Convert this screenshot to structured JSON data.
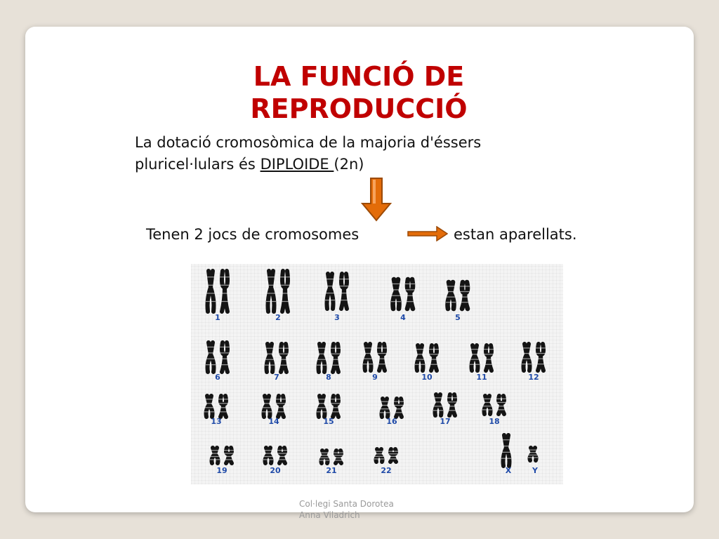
{
  "slide": {
    "title_line1": "LA FUNCIÓ DE",
    "title_line2": "REPRODUCCIÓ",
    "intro_before": "La dotació cromosòmica de la majoria d'éssers pluricel·lulars és ",
    "intro_diploid": "DIPLOIDE ",
    "intro_after": "(2n)",
    "pairs_text_left": "Tenen 2 jocs de cromosomes",
    "pairs_text_right": "estan aparellats.",
    "footer_line1": "Col·legi Santa Dorotea",
    "footer_line2": "Anna Viladrich"
  },
  "karyotype": {
    "labels": [
      "1",
      "2",
      "3",
      "4",
      "5",
      "6",
      "7",
      "8",
      "9",
      "10",
      "11",
      "12",
      "13",
      "14",
      "15",
      "16",
      "17",
      "18",
      "19",
      "20",
      "21",
      "22",
      "X",
      "Y"
    ],
    "label_color": "#1f4aa8",
    "chromosome_color": "#141414"
  },
  "colors": {
    "title": "#c00000",
    "arrow_fill": "#e36c09",
    "arrow_stroke": "#9c4a06"
  },
  "icons": {
    "down_arrow": "down-arrow-icon",
    "right_arrow": "right-arrow-icon"
  }
}
